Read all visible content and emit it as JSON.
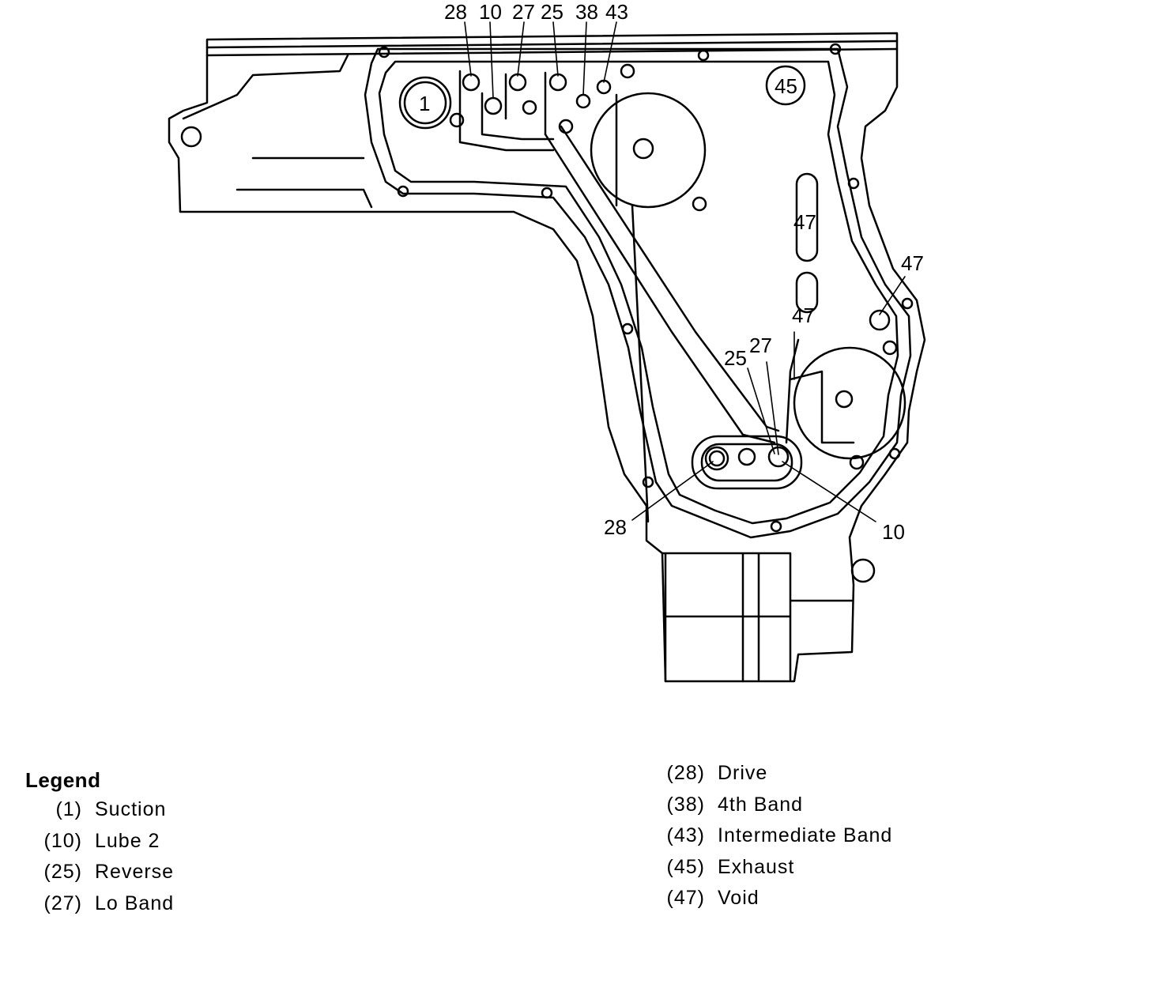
{
  "diagram": {
    "callouts": {
      "top": [
        "28",
        "10",
        "27",
        "25",
        "38",
        "43"
      ],
      "suction": "1",
      "exhaust": "45",
      "void_a": "47",
      "void_b": "47",
      "void_c": "47",
      "lo_band": "27",
      "reverse": "25",
      "drive": "28",
      "lube": "10"
    },
    "stroke_color": "#000000",
    "background": "#ffffff"
  },
  "legend": {
    "title": "Legend",
    "left": [
      {
        "code": "(1)",
        "label": "Suction"
      },
      {
        "code": "(10)",
        "label": "Lube 2"
      },
      {
        "code": "(25)",
        "label": "Reverse"
      },
      {
        "code": "(27)",
        "label": "Lo Band"
      }
    ],
    "right": [
      {
        "code": "(28)",
        "label": "Drive"
      },
      {
        "code": "(38)",
        "label": "4th Band"
      },
      {
        "code": "(43)",
        "label": "Intermediate Band"
      },
      {
        "code": "(45)",
        "label": "Exhaust"
      },
      {
        "code": "(47)",
        "label": "Void"
      }
    ]
  }
}
